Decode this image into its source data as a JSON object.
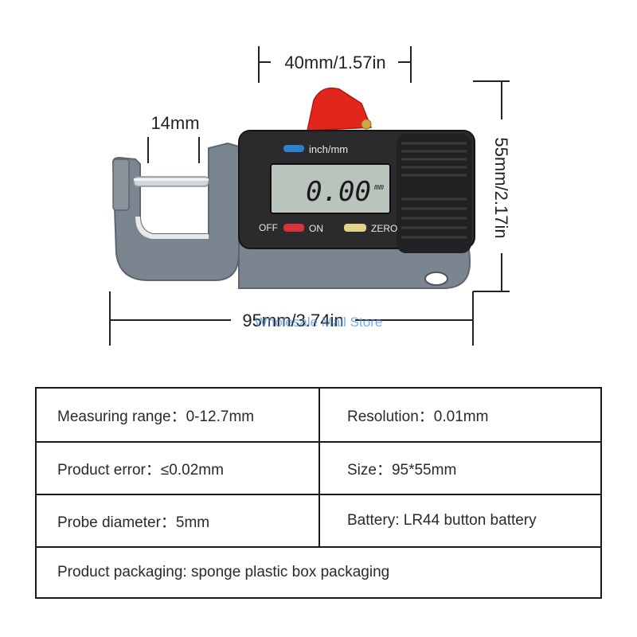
{
  "figure": {
    "dimensions": {
      "top": "40mm/1.57in",
      "gap": "14mm",
      "right": "55mm/2.17in",
      "bottom": "95mm/3.74in"
    },
    "device": {
      "unit_label": "inch/mm",
      "reading": "0.00",
      "reading_unit": "mm",
      "off_label": "OFF",
      "on_label": "ON",
      "zero_label": "ZERO",
      "colors": {
        "body": "#7b858f",
        "display_frame": "#2b2b2d",
        "lcd": "#b9c4bd",
        "lever": "#e3261c",
        "on_button": "#d8323a",
        "zero_button": "#e4d28a",
        "unit_button": "#2f7fd0"
      }
    },
    "watermark": "Wholesale Mall Store"
  },
  "specs": {
    "rows": [
      {
        "left": "Measuring range：0-12.7mm",
        "right": "Resolution：0.01mm"
      },
      {
        "left": "Product error：≤0.02mm",
        "right": "Size：95*55mm"
      },
      {
        "left": "Probe diameter：5mm",
        "right": "Battery: LR44 button battery"
      }
    ],
    "full_row": "Product packaging: sponge plastic box packaging"
  }
}
